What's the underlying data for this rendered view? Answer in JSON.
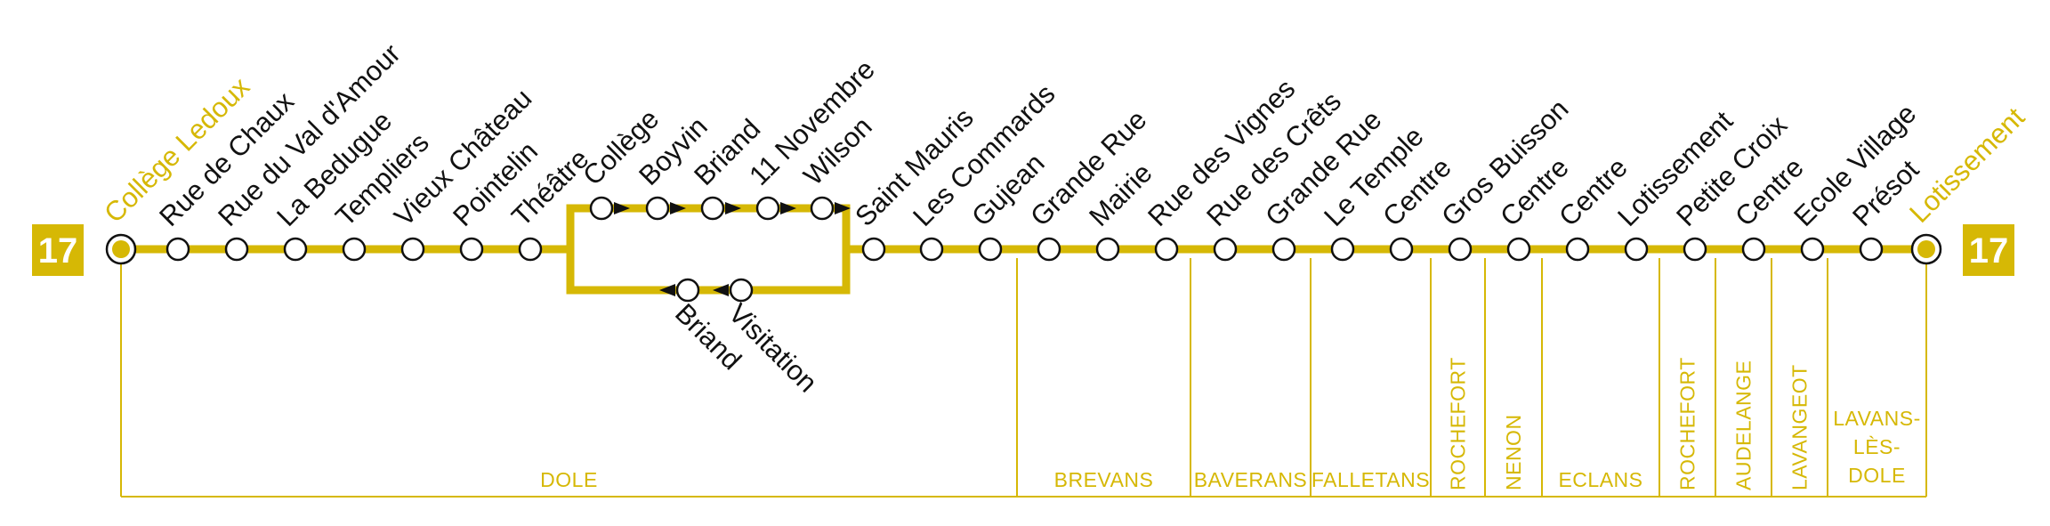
{
  "colors": {
    "line": "#d6b805",
    "badge_bg": "#d6b805",
    "badge_text": "#ffffff",
    "stop_fill": "#ffffff",
    "stop_stroke": "#111111",
    "stop_text": "#111111"
  },
  "line": {
    "number": "17"
  },
  "terminus_start": "Collège Ledoux",
  "terminus_end": "Lotissement",
  "stops_main_before": [
    "Rue de Chaux",
    "Rue du Val d'Amour",
    "La Bedugue",
    "Templiers",
    "Vieux Château",
    "Pointelin",
    "Théâtre"
  ],
  "loop_upper": [
    "Collège",
    "Boyvin",
    "Briand",
    "11 Novembre",
    "Wilson"
  ],
  "loop_lower": [
    "Briand",
    "Visitation"
  ],
  "stops_main_after": [
    "Saint Mauris",
    "Les Commards",
    "Gujean",
    "Grande Rue",
    "Mairie",
    "Rue des Vignes",
    "Rue des Crêts",
    "Grande Rue",
    "Le Temple",
    "Centre",
    "Gros Buisson",
    "Centre",
    "Centre",
    "Lotissement",
    "Petite Croix",
    "Centre",
    "Ecole Village",
    "Présot"
  ],
  "zones": [
    {
      "name": "DOLE",
      "orientation": "horizontal"
    },
    {
      "name": "BREVANS",
      "orientation": "horizontal"
    },
    {
      "name": "BAVERANS",
      "orientation": "horizontal"
    },
    {
      "name": "FALLETANS",
      "orientation": "horizontal"
    },
    {
      "name": "ROCHEFORT",
      "orientation": "vertical"
    },
    {
      "name": "NENON",
      "orientation": "vertical"
    },
    {
      "name": "ECLANS",
      "orientation": "horizontal"
    },
    {
      "name": "ROCHEFORT",
      "orientation": "vertical"
    },
    {
      "name": "AUDELANGE",
      "orientation": "vertical"
    },
    {
      "name": "LAVANGEOT",
      "orientation": "vertical"
    },
    {
      "name": "LAVANS-LÈS-DOLE",
      "orientation": "stacked",
      "lines": [
        "LAVANS-",
        "LÈS-",
        "DOLE"
      ]
    }
  ]
}
